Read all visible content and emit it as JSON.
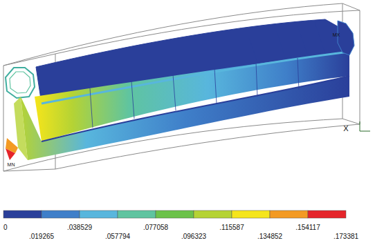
{
  "diagram": {
    "labels": [
      "MX",
      "MN",
      "X",
      "0",
      ".019265",
      ".038529",
      ".057794",
      ".077058",
      ".096323",
      ".115587",
      ".134852",
      ".154117",
      ".173381"
    ]
  }
}
